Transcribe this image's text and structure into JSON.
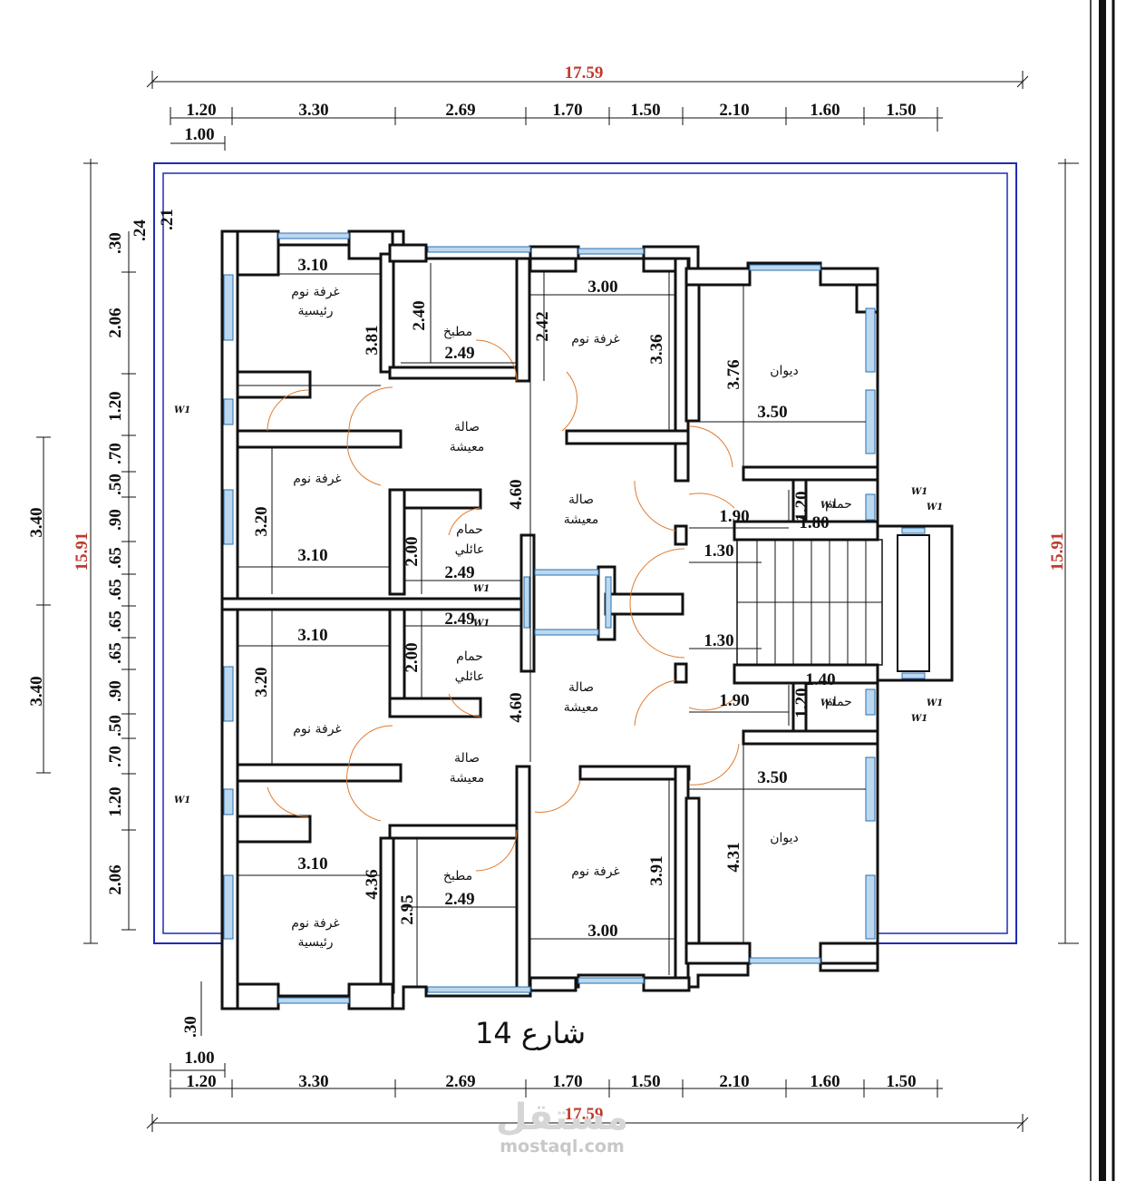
{
  "overall": {
    "width_label": "17.59",
    "depth_label": "15.91"
  },
  "top_dims_row1": [
    "1.20",
    "3.30",
    "2.69",
    "1.70",
    "1.50",
    "2.10",
    "1.60",
    "1.50"
  ],
  "top_dims_row2": "1.00",
  "bottom_dims_row1": [
    "1.20",
    "3.30",
    "2.69",
    "1.70",
    "1.50",
    "2.10",
    "1.60",
    "1.50"
  ],
  "bottom_dims_row2": "1.00",
  "bottom_left_small": ".30",
  "left_small": {
    "a": ".30",
    "b": ".24",
    "c": ".21"
  },
  "left_dims_col1": [
    "2.06",
    "1.20",
    ".70",
    ".50",
    ".90",
    ".65",
    ".65",
    ".65",
    ".65",
    ".90",
    ".50",
    ".70",
    "1.20",
    "2.06"
  ],
  "left_dims_col2": [
    "3.40",
    "3.40"
  ],
  "rooms": {
    "bed_master": "غرفة نوم",
    "bed_master2": "رئيسية",
    "bedroom": "غرفة نوم",
    "kitchen": "مطبخ",
    "living": "صالة",
    "living2": "معيشة",
    "bath_family": "حمام",
    "bath_family2": "عائلي",
    "diwan": "ديوان",
    "bath": "حمام"
  },
  "inner_dims": {
    "d310a": "3.10",
    "d381": "3.81",
    "d240": "2.40",
    "d249a": "2.49",
    "d242": "2.42",
    "d300a": "3.00",
    "d336": "3.36",
    "d376": "3.76",
    "d350a": "3.50",
    "d320a": "3.20",
    "d310b": "3.10",
    "d200a": "2.00",
    "d249b": "2.49",
    "d460a": "4.60",
    "d120a": "1.20",
    "d190a": "1.90",
    "d180": "1.80",
    "d130a": "1.30",
    "d249c": "2.49",
    "d310c": "3.10",
    "d200b": "2.00",
    "d320b": "3.20",
    "d130b": "1.30",
    "d460b": "4.60",
    "d140": "1.40",
    "d120b": "1.20",
    "d190b": "1.90",
    "d350b": "3.50",
    "d310d": "3.10",
    "d436": "4.36",
    "d249d": "2.49",
    "d295": "2.95",
    "d391": "3.91",
    "d431": "4.31",
    "d300b": "3.00"
  },
  "window_tag": "W1",
  "street": "شارع 14",
  "watermark": {
    "logo": "مستقل",
    "url": "mostaql.com"
  }
}
